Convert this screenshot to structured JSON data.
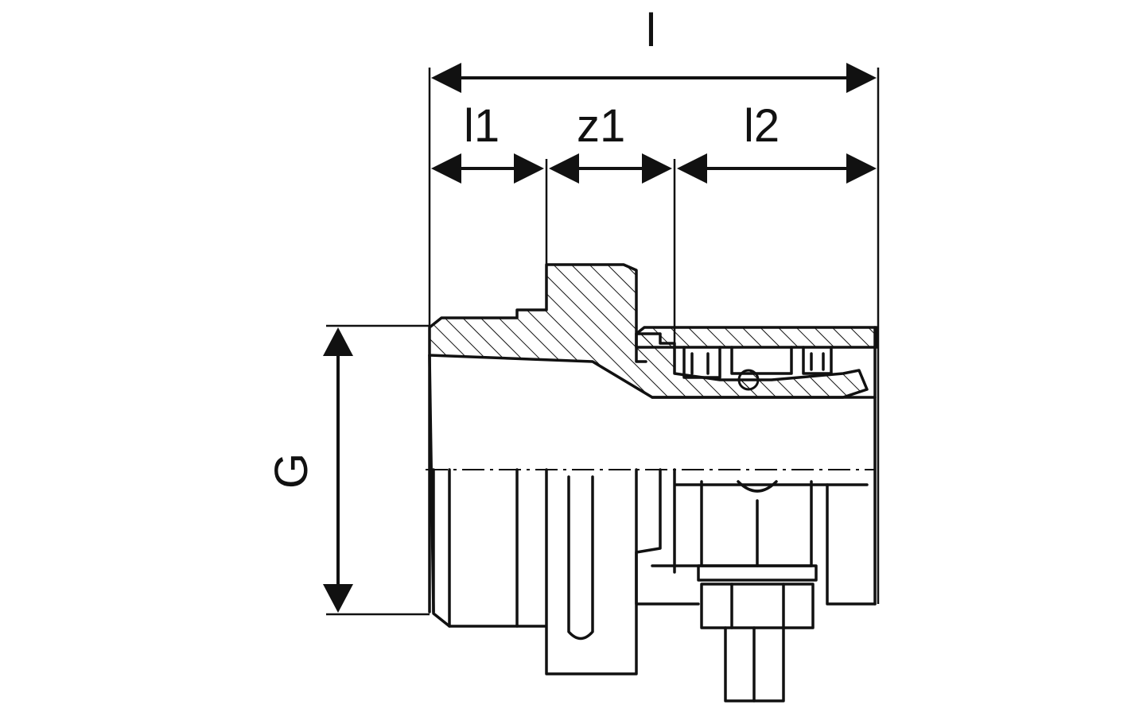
{
  "labels": {
    "overall_length": "l",
    "length_l1": "l1",
    "length_z1": "z1",
    "length_l2": "l2",
    "thread_size": "G"
  }
}
